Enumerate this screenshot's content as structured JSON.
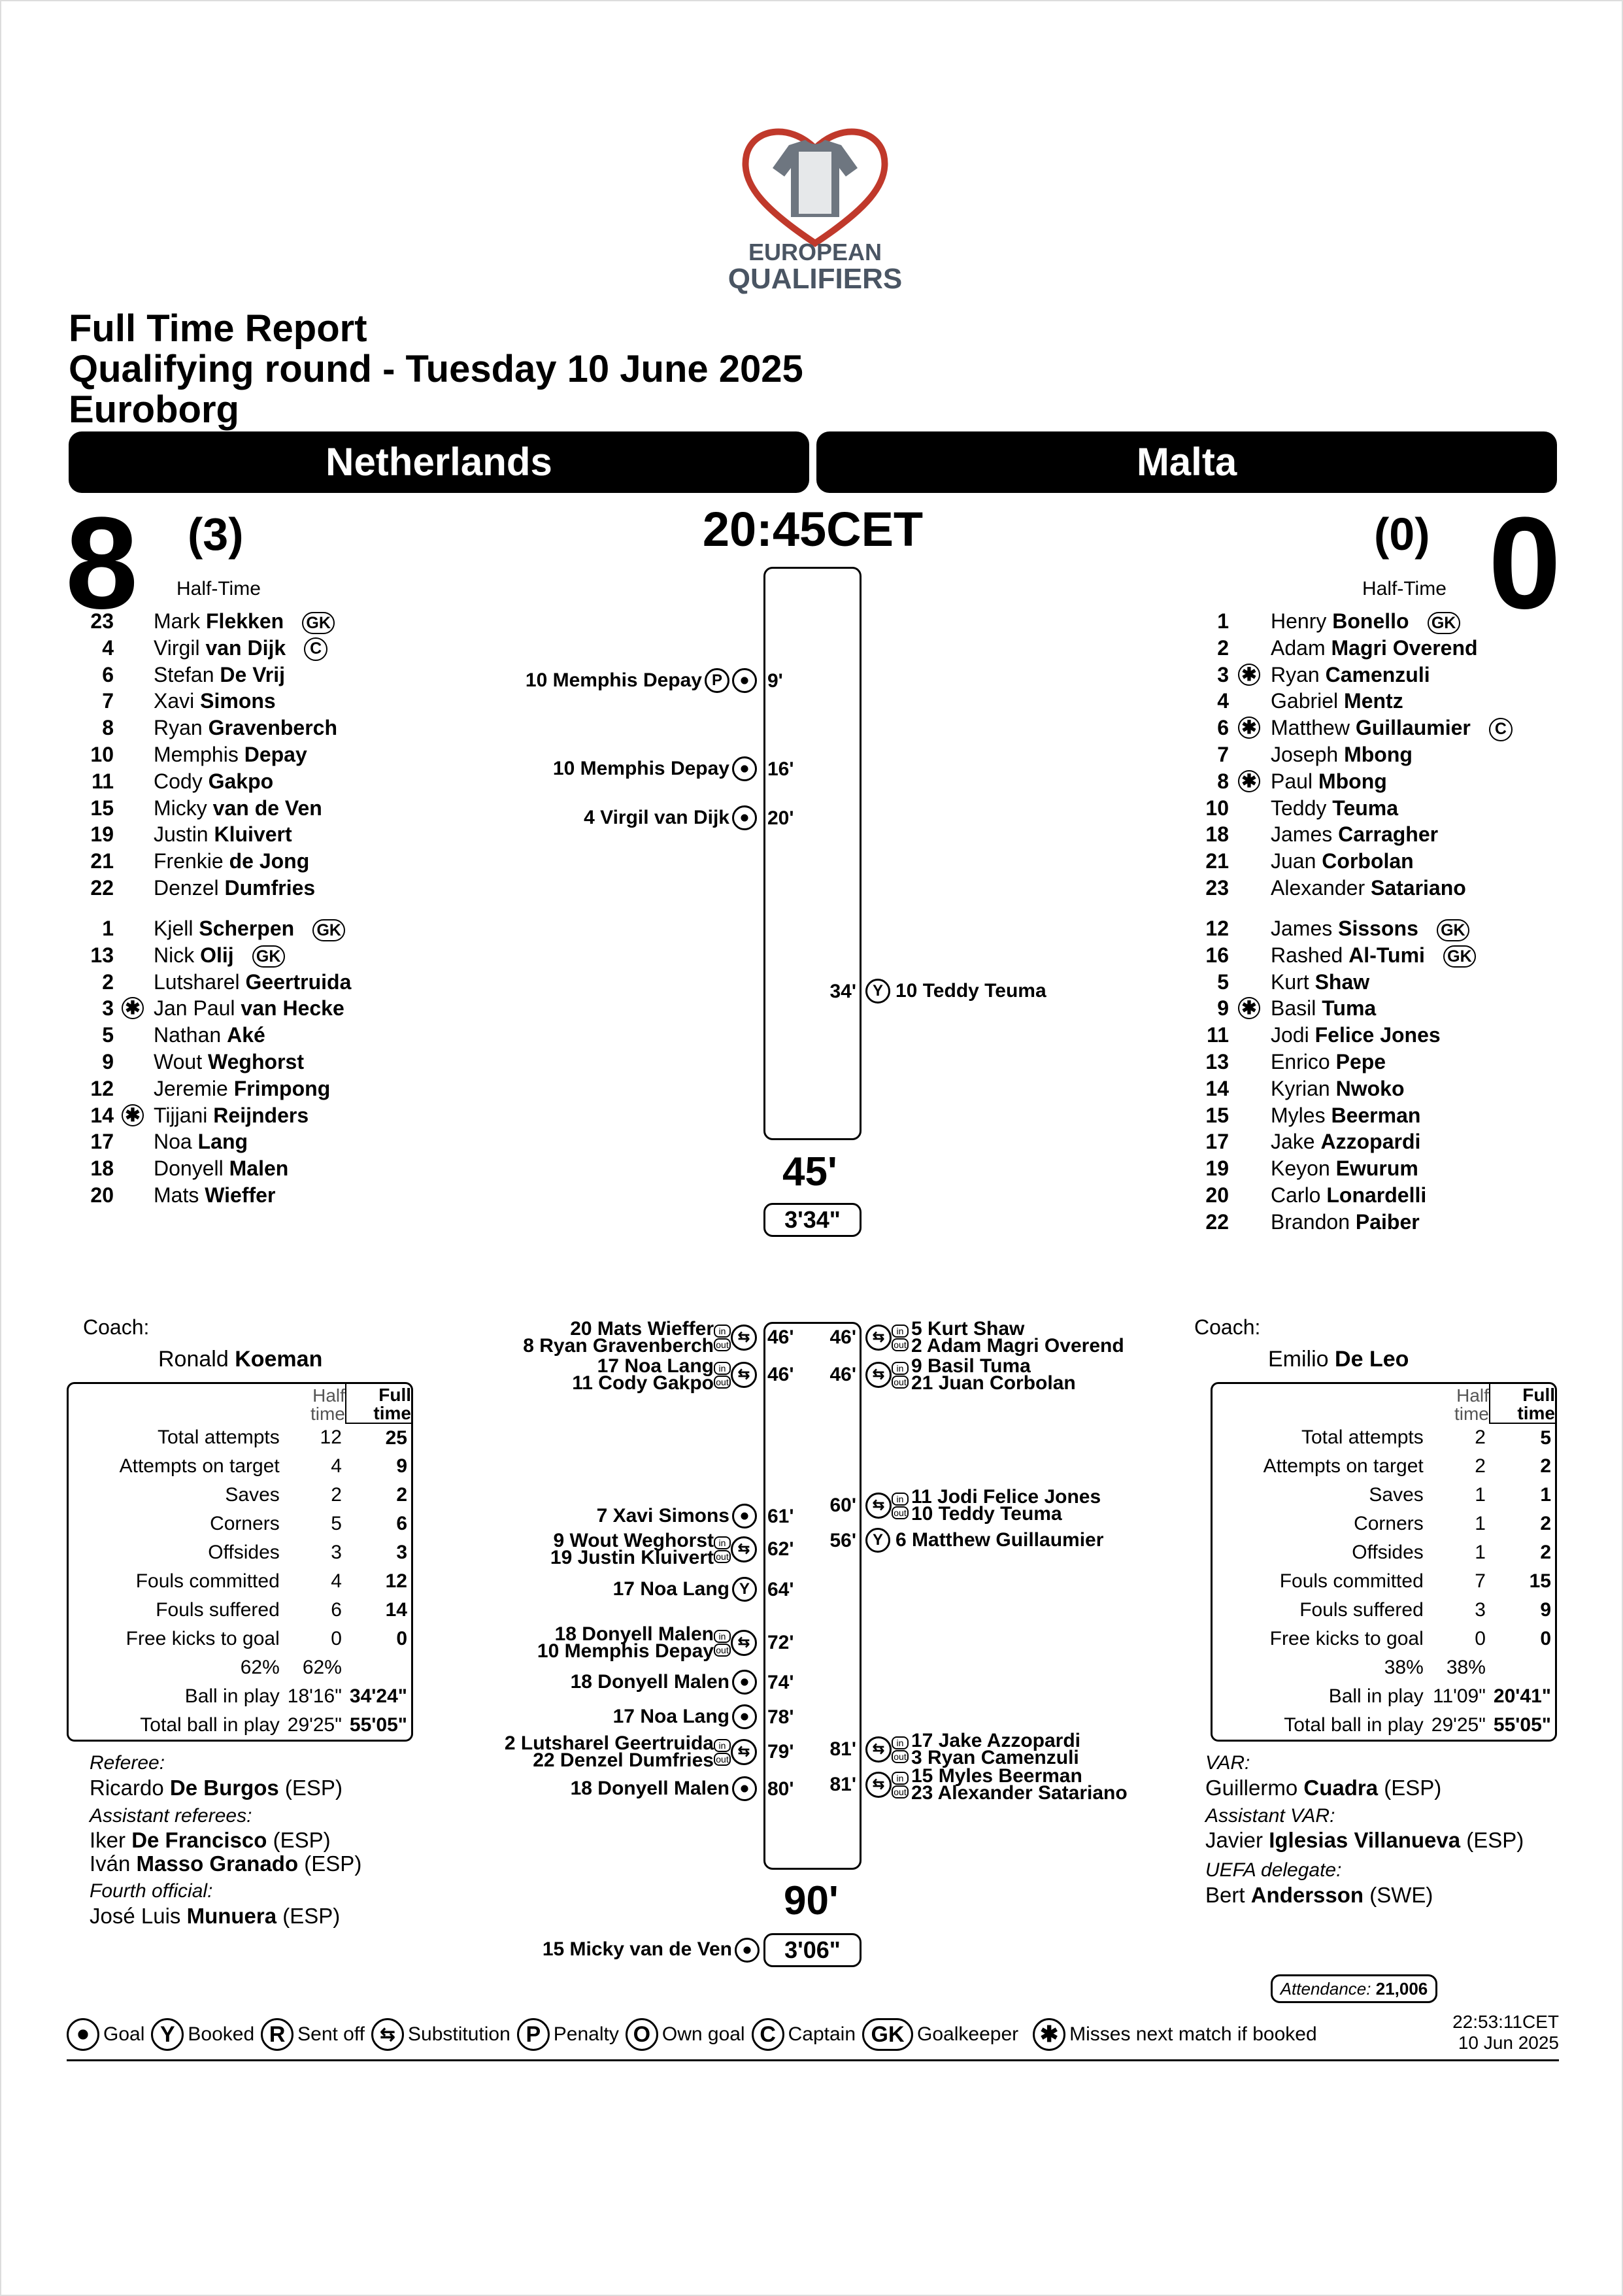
{
  "brand": {
    "line1": "EUROPEAN",
    "line2": "QUALIFIERS"
  },
  "header": {
    "title": "Full Time Report",
    "subtitle": "Qualifying round - Tuesday 10 June 2025",
    "venue": "Euroborg"
  },
  "home": {
    "name": "Netherlands",
    "score": "8",
    "ht": "(3)",
    "ht_label": "Half-Time",
    "coach_label": "Coach:",
    "coach_first": "Ronald",
    "coach_last": "Koeman",
    "starters": [
      {
        "no": "23",
        "first": "Mark",
        "last": "Flekken",
        "badge": "GK"
      },
      {
        "no": "4",
        "first": "Virgil",
        "last": "van Dijk",
        "badge": "C"
      },
      {
        "no": "6",
        "first": "Stefan",
        "last": "De Vrij"
      },
      {
        "no": "7",
        "first": "Xavi",
        "last": "Simons"
      },
      {
        "no": "8",
        "first": "Ryan",
        "last": "Gravenberch"
      },
      {
        "no": "10",
        "first": "Memphis",
        "last": "Depay"
      },
      {
        "no": "11",
        "first": "Cody",
        "last": "Gakpo"
      },
      {
        "no": "15",
        "first": "Micky",
        "last": "van de Ven"
      },
      {
        "no": "19",
        "first": "Justin",
        "last": "Kluivert"
      },
      {
        "no": "21",
        "first": "Frenkie",
        "last": "de Jong"
      },
      {
        "no": "22",
        "first": "Denzel",
        "last": "Dumfries"
      }
    ],
    "subs": [
      {
        "no": "1",
        "first": "Kjell",
        "last": "Scherpen",
        "badge": "GK"
      },
      {
        "no": "13",
        "first": "Nick",
        "last": "Olij",
        "badge": "GK"
      },
      {
        "no": "2",
        "first": "Lutsharel",
        "last": "Geertruida"
      },
      {
        "no": "3",
        "first": "Jan Paul",
        "last": "van Hecke",
        "star": true
      },
      {
        "no": "5",
        "first": "Nathan",
        "last": "Aké"
      },
      {
        "no": "9",
        "first": "Wout",
        "last": "Weghorst"
      },
      {
        "no": "12",
        "first": "Jeremie",
        "last": "Frimpong"
      },
      {
        "no": "14",
        "first": "Tijjani",
        "last": "Reijnders",
        "star": true
      },
      {
        "no": "17",
        "first": "Noa",
        "last": "Lang"
      },
      {
        "no": "18",
        "first": "Donyell",
        "last": "Malen"
      },
      {
        "no": "20",
        "first": "Mats",
        "last": "Wieffer"
      }
    ],
    "stats": [
      {
        "label": "Total attempts",
        "half": "12",
        "full": "25"
      },
      {
        "label": "Attempts on target",
        "half": "4",
        "full": "9"
      },
      {
        "label": "Saves",
        "half": "2",
        "full": "2"
      },
      {
        "label": "Corners",
        "half": "5",
        "full": "6"
      },
      {
        "label": "Offsides",
        "half": "3",
        "full": "3"
      },
      {
        "label": "Fouls committed",
        "half": "4",
        "full": "12"
      },
      {
        "label": "Fouls suffered",
        "half": "6",
        "full": "14"
      },
      {
        "label": "Free kicks to goal",
        "half": "0",
        "full": "0"
      },
      {
        "label": "62%",
        "half": "62%",
        "full": ""
      },
      {
        "label": "Ball in play",
        "half": "18'16\"",
        "full": "34'24\""
      },
      {
        "label": "Total ball in play",
        "half": "29'25\"",
        "full": "55'05\""
      }
    ]
  },
  "away": {
    "name": "Malta",
    "score": "0",
    "ht": "(0)",
    "ht_label": "Half-Time",
    "coach_label": "Coach:",
    "coach_first": "Emilio",
    "coach_last": "De Leo",
    "starters": [
      {
        "no": "1",
        "first": "Henry",
        "last": "Bonello",
        "badge": "GK"
      },
      {
        "no": "2",
        "first": "Adam",
        "last": "Magri Overend"
      },
      {
        "no": "3",
        "first": "Ryan",
        "last": "Camenzuli",
        "star": true
      },
      {
        "no": "4",
        "first": "Gabriel",
        "last": "Mentz"
      },
      {
        "no": "6",
        "first": "Matthew",
        "last": "Guillaumier",
        "star": true,
        "badge": "C"
      },
      {
        "no": "7",
        "first": "Joseph",
        "last": "Mbong"
      },
      {
        "no": "8",
        "first": "Paul",
        "last": "Mbong",
        "star": true
      },
      {
        "no": "10",
        "first": "Teddy",
        "last": "Teuma"
      },
      {
        "no": "18",
        "first": "James",
        "last": "Carragher"
      },
      {
        "no": "21",
        "first": "Juan",
        "last": "Corbolan"
      },
      {
        "no": "23",
        "first": "Alexander",
        "last": "Satariano"
      }
    ],
    "subs": [
      {
        "no": "12",
        "first": "James",
        "last": "Sissons",
        "badge": "GK"
      },
      {
        "no": "16",
        "first": "Rashed",
        "last": "Al-Tumi",
        "badge": "GK"
      },
      {
        "no": "5",
        "first": "Kurt",
        "last": "Shaw"
      },
      {
        "no": "9",
        "first": "Basil",
        "last": "Tuma",
        "star": true
      },
      {
        "no": "11",
        "first": "Jodi",
        "last": "Felice Jones"
      },
      {
        "no": "13",
        "first": "Enrico",
        "last": "Pepe"
      },
      {
        "no": "14",
        "first": "Kyrian",
        "last": "Nwoko"
      },
      {
        "no": "15",
        "first": "Myles",
        "last": "Beerman"
      },
      {
        "no": "17",
        "first": "Jake",
        "last": "Azzopardi"
      },
      {
        "no": "19",
        "first": "Keyon",
        "last": "Ewurum"
      },
      {
        "no": "20",
        "first": "Carlo",
        "last": "Lonardelli"
      },
      {
        "no": "22",
        "first": "Brandon",
        "last": "Paiber"
      }
    ],
    "stats": [
      {
        "label": "Total attempts",
        "half": "2",
        "full": "5"
      },
      {
        "label": "Attempts on target",
        "half": "2",
        "full": "2"
      },
      {
        "label": "Saves",
        "half": "1",
        "full": "1"
      },
      {
        "label": "Corners",
        "half": "1",
        "full": "2"
      },
      {
        "label": "Offsides",
        "half": "1",
        "full": "2"
      },
      {
        "label": "Fouls committed",
        "half": "7",
        "full": "15"
      },
      {
        "label": "Fouls suffered",
        "half": "3",
        "full": "9"
      },
      {
        "label": "Free kicks to goal",
        "half": "0",
        "full": "0"
      },
      {
        "label": "38%",
        "half": "38%",
        "full": ""
      },
      {
        "label": "Ball in play",
        "half": "11'09\"",
        "full": "20'41\""
      },
      {
        "label": "Total ball in play",
        "half": "29'25\"",
        "full": "55'05\""
      }
    ]
  },
  "kickoff": "20:45CET",
  "stats_head": {
    "half": "Half time",
    "full": "Full time"
  },
  "first_half": {
    "label": "45'",
    "added": "3'34\""
  },
  "second_half": {
    "label": "90'",
    "added": "3'06\""
  },
  "events_home_1": [
    {
      "text": "10 Memphis Depay",
      "min": "9'",
      "icons": [
        "P",
        "ball"
      ]
    },
    {
      "text": "10 Memphis Depay",
      "min": "16'",
      "icons": [
        "ball"
      ]
    },
    {
      "text": "4 Virgil van Dijk",
      "min": "20'",
      "icons": [
        "ball"
      ]
    }
  ],
  "events_away_1": [
    {
      "text": "10 Teddy Teuma",
      "min": "34'",
      "icons": [
        "Y"
      ]
    }
  ],
  "subs_home_46": [
    {
      "in": "20 Mats Wieffer",
      "out": "8 Ryan Gravenberch",
      "min": "46'"
    },
    {
      "in": "17 Noa Lang",
      "out": "11 Cody Gakpo",
      "min": "46'"
    }
  ],
  "subs_away_46": [
    {
      "in": "5 Kurt Shaw",
      "out": "2 Adam Magri Overend",
      "min": "46'"
    },
    {
      "in": "9 Basil Tuma",
      "out": "21 Juan Corbolan",
      "min": "46'"
    }
  ],
  "events_home_2": [
    {
      "text": "7 Xavi Simons",
      "min": "61'",
      "type": "ball"
    },
    {
      "text": "9 Wout Weghorst",
      "text2": "19 Justin Kluivert",
      "min": "62'",
      "type": "sub"
    },
    {
      "text": "17 Noa Lang",
      "min": "64'",
      "type": "Y"
    },
    {
      "text": "18 Donyell Malen",
      "text2": "10 Memphis Depay",
      "min": "72'",
      "type": "sub"
    },
    {
      "text": "18 Donyell Malen",
      "min": "74'",
      "type": "ball"
    },
    {
      "text": "17 Noa Lang",
      "min": "78'",
      "type": "ball"
    },
    {
      "text": "2 Lutsharel Geertruida",
      "text2": "22 Denzel Dumfries",
      "min": "79'",
      "type": "sub"
    },
    {
      "text": "18 Donyell Malen",
      "min": "80'",
      "type": "ball"
    }
  ],
  "events_away_2": [
    {
      "text": "11 Jodi Felice Jones",
      "text2": "10 Teddy Teuma",
      "min": "60'",
      "type": "sub"
    },
    {
      "text": "6 Matthew Guillaumier",
      "min": "56'",
      "type": "Y"
    },
    {
      "text": "17 Jake Azzopardi",
      "text2": "3 Ryan Camenzuli",
      "min": "81'",
      "type": "sub"
    },
    {
      "text": "15 Myles Beerman",
      "text2": "23 Alexander Satariano",
      "min": "81'",
      "type": "sub"
    }
  ],
  "added_event": {
    "text": "15 Micky van de Ven"
  },
  "officials_left": {
    "referee_label": "Referee:",
    "referee_first": "Ricardo",
    "referee_last": "De Burgos",
    "referee_nat": "(ESP)",
    "assistants_label": "Assistant referees:",
    "ar1_first": "Iker",
    "ar1_last": "De Francisco",
    "ar1_nat": "(ESP)",
    "ar2_first": "Iván",
    "ar2_last": "Masso Granado",
    "ar2_nat": "(ESP)",
    "fourth_label": "Fourth official:",
    "fourth_first": "José Luis",
    "fourth_last": "Munuera",
    "fourth_nat": "(ESP)"
  },
  "officials_right": {
    "var_label": "VAR:",
    "var_first": "Guillermo",
    "var_last": "Cuadra",
    "var_nat": "(ESP)",
    "avar_label": "Assistant VAR:",
    "avar_first": "Javier",
    "avar_last": "Iglesias Villanueva",
    "avar_nat": "(ESP)",
    "delegate_label": "UEFA delegate:",
    "delegate_first": "Bert",
    "delegate_last": "Andersson",
    "delegate_nat": "(SWE)"
  },
  "attendance": {
    "label": "Attendance:",
    "value": "21,006"
  },
  "timestamp": {
    "time": "22:53:11CET",
    "date": "10 Jun 2025"
  },
  "legend": [
    {
      "icon": "ball",
      "label": "Goal"
    },
    {
      "icon": "Y",
      "label": "Booked"
    },
    {
      "icon": "R",
      "label": "Sent off"
    },
    {
      "icon": "sub",
      "label": "Substitution"
    },
    {
      "icon": "P",
      "label": "Penalty"
    },
    {
      "icon": "O",
      "label": "Own goal"
    },
    {
      "icon": "C",
      "label": "Captain"
    },
    {
      "icon": "GK",
      "label": "Goalkeeper"
    },
    {
      "icon": "*",
      "label": "Misses next match if booked"
    }
  ],
  "icon_text": {
    "in": "in",
    "out": "out",
    "sub": "⇆",
    "star": "✱",
    "P": "P",
    "Y": "Y",
    "GK": "GK",
    "C": "C"
  }
}
